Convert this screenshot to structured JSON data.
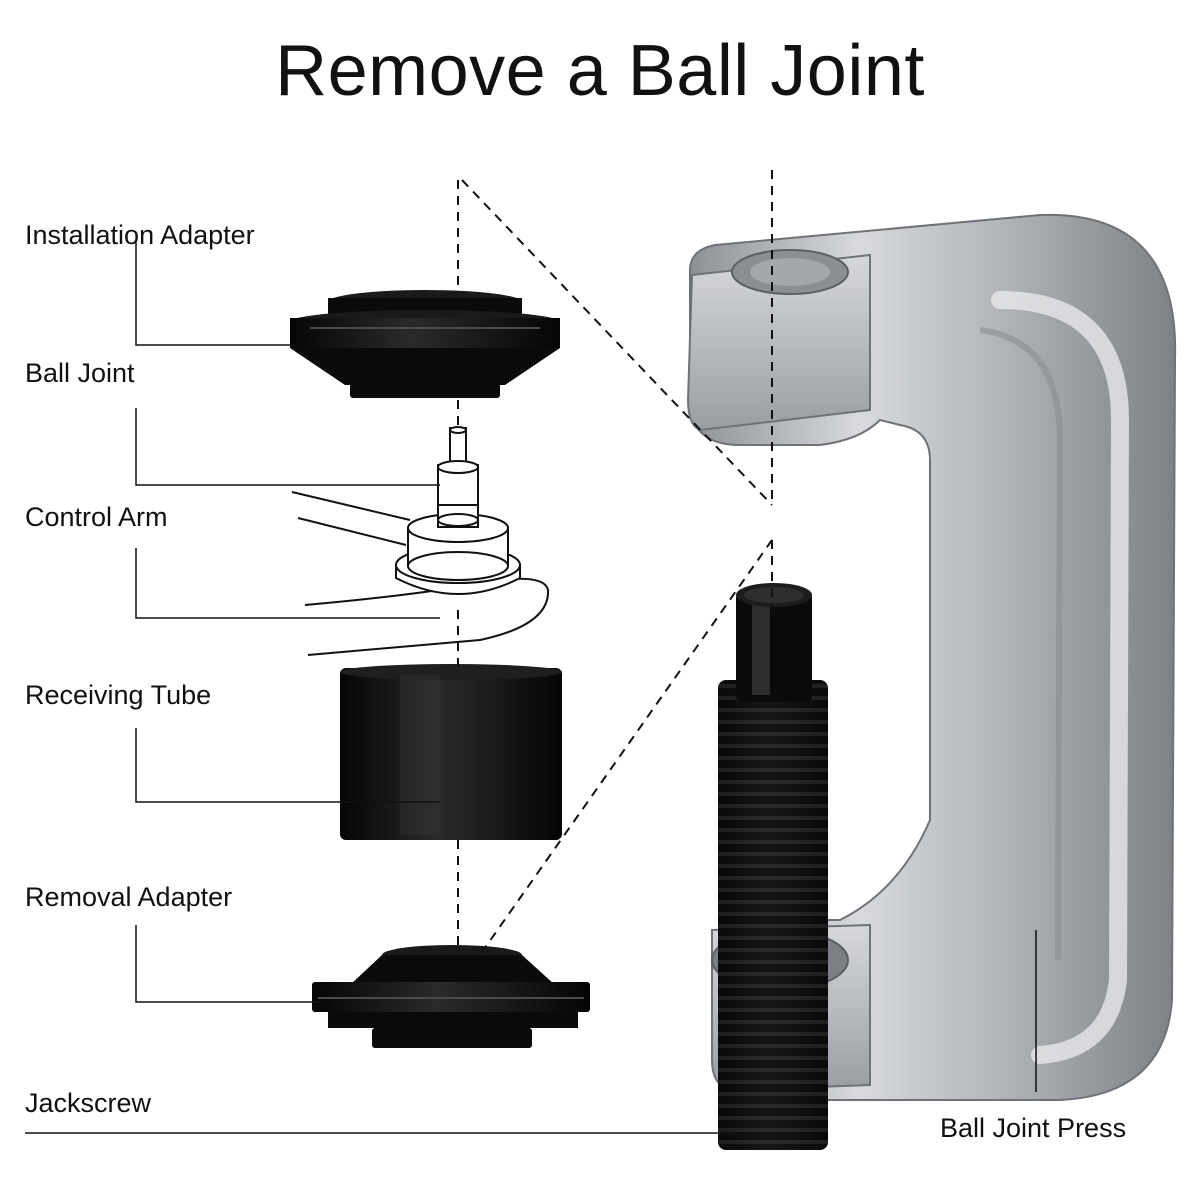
{
  "title": "Remove a Ball Joint",
  "labels": {
    "installation_adapter": "Installation Adapter",
    "ball_joint": "Ball Joint",
    "control_arm": "Control Arm",
    "receiving_tube": "Receiving Tube",
    "removal_adapter": "Removal Adapter",
    "jackscrew": "Jackscrew",
    "ball_joint_press": "Ball Joint Press"
  },
  "colors": {
    "part_black": "#0b0b0b",
    "press_silver": "#b9bcc0",
    "line": "#111111"
  }
}
